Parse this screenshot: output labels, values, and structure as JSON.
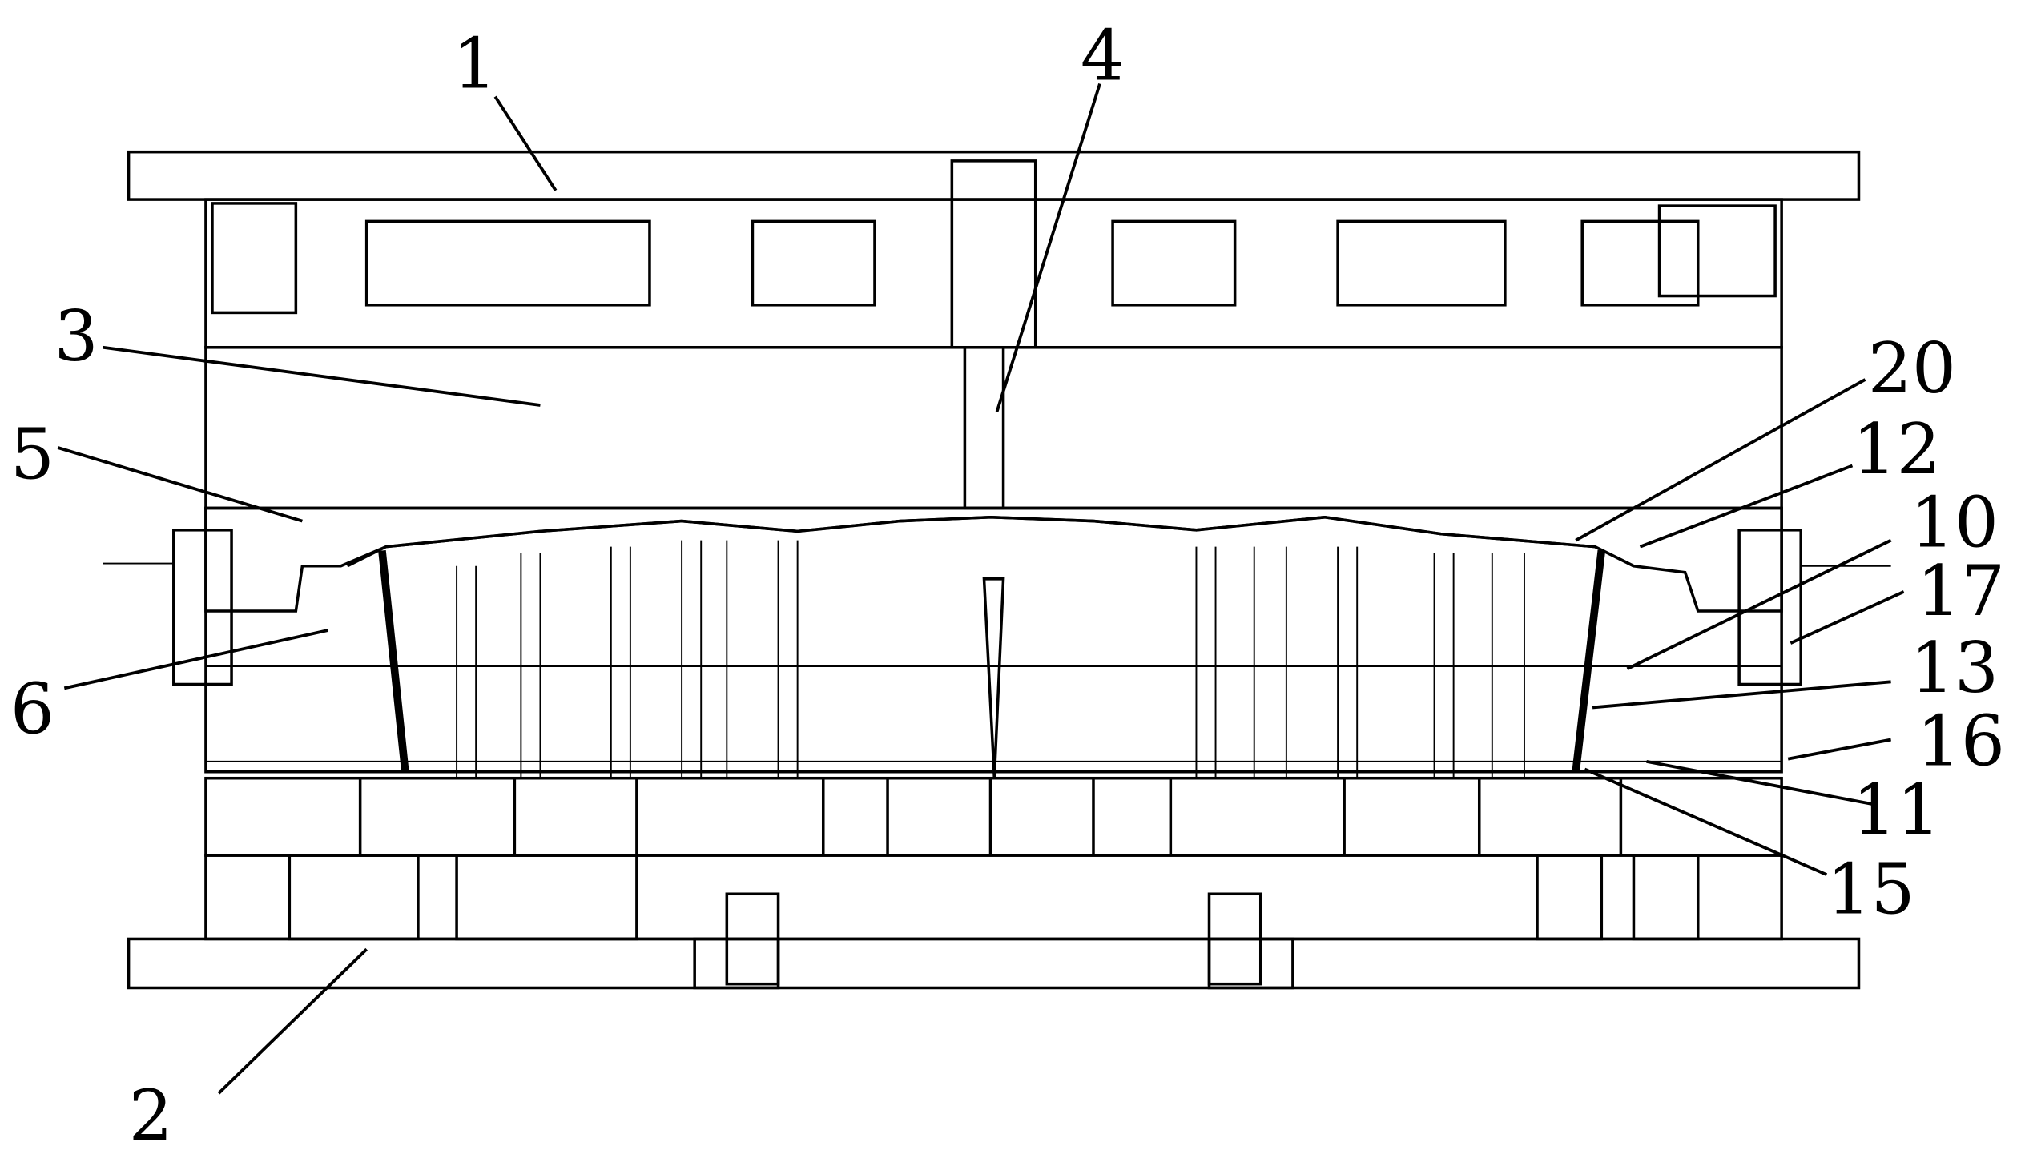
{
  "figure": {
    "type": "mold cross-section patent drawing",
    "callouts": [
      {
        "id": "1",
        "label": "1"
      },
      {
        "id": "2",
        "label": "2"
      },
      {
        "id": "3",
        "label": "3"
      },
      {
        "id": "4",
        "label": "4"
      },
      {
        "id": "5",
        "label": "5"
      },
      {
        "id": "6",
        "label": "6"
      },
      {
        "id": "10",
        "label": "10"
      },
      {
        "id": "11",
        "label": "11"
      },
      {
        "id": "12",
        "label": "12"
      },
      {
        "id": "13",
        "label": "13"
      },
      {
        "id": "15",
        "label": "15"
      },
      {
        "id": "16",
        "label": "16"
      },
      {
        "id": "17",
        "label": "17"
      },
      {
        "id": "20",
        "label": "20"
      }
    ]
  }
}
